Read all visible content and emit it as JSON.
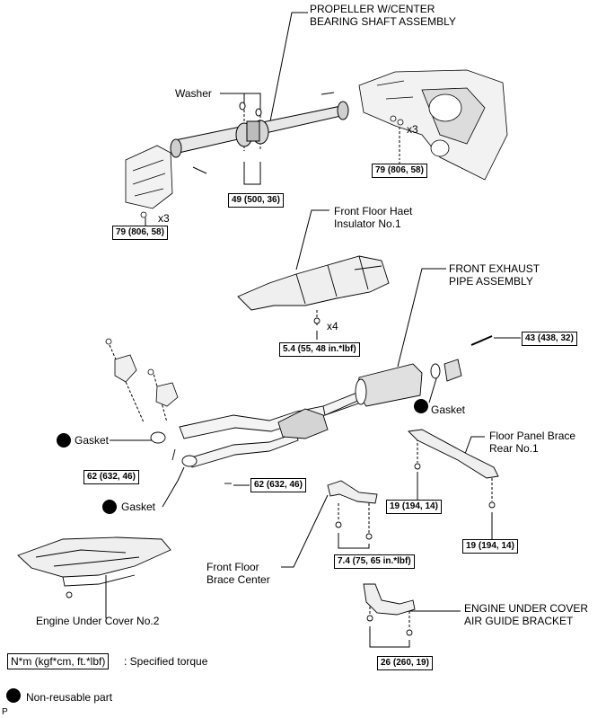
{
  "labels": {
    "propeller_shaft": "PROPELLER W/CENTER\nBEARING SHAFT ASSEMBLY",
    "washer": "Washer",
    "front_floor_heat_insulator": "Front Floor Haet\nInsulator No.1",
    "front_exhaust_pipe": "FRONT EXHAUST\nPIPE ASSEMBLY",
    "gasket_left_upper": "Gasket",
    "gasket_left_lower": "Gasket",
    "gasket_right": "Gasket",
    "floor_panel_brace": "Floor Panel Brace\nRear No.1",
    "front_floor_brace_center": "Front Floor\nBrace Center",
    "engine_under_cover_no2": "Engine Under Cover No.2",
    "engine_under_cover_bracket": "ENGINE UNDER COVER\nAIR GUIDE BRACKET"
  },
  "multipliers": {
    "x3_right": "x3",
    "x3_left": "x3",
    "x4": "x4"
  },
  "torques": {
    "t79_right": "79 (806, 58)",
    "t49": "49 (500, 36)",
    "t79_left": "79 (806, 58)",
    "t54": "5.4 (55, 48 in.*lbf)",
    "t43": "43 (438, 32)",
    "t62_upper": "62 (632, 46)",
    "t62_lower": "62 (632, 46)",
    "t19_upper": "19 (194, 14)",
    "t19_lower": "19 (194, 14)",
    "t74": "7.4 (75, 65 in.*lbf)",
    "t26": "26 (260, 19)"
  },
  "legend": {
    "torque_unit_box": "N*m (kgf*cm, ft.*lbf)",
    "torque_desc": ": Specified torque",
    "nonreusable": "Non-reusable part"
  },
  "corner_mark": "P"
}
